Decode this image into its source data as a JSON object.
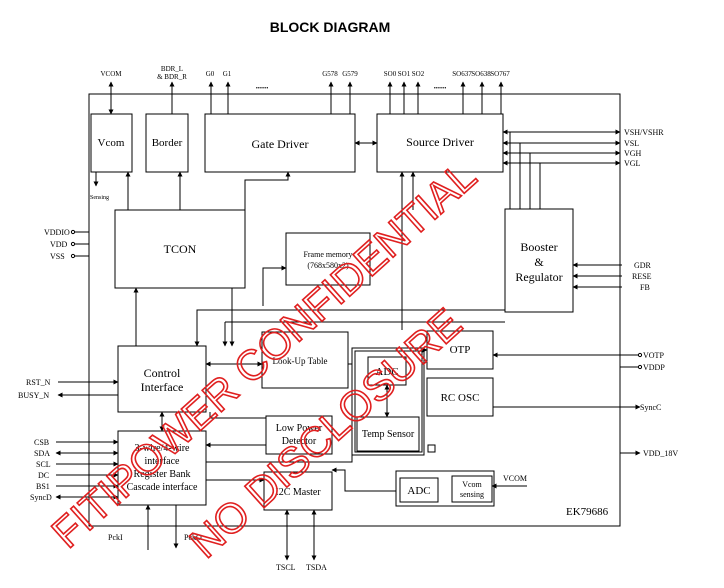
{
  "title": "BLOCK DIAGRAM",
  "chip_name": "EK79686",
  "watermark": [
    "FITIPOWER CONFIDENTIAL",
    "NO DISCLOSURE"
  ],
  "blocks": {
    "vcom": "Vcom",
    "border": "Border",
    "gate_driver": "Gate Driver",
    "source_driver": "Source Driver",
    "tcon": "TCON",
    "frame_memory_1": "Frame memory",
    "frame_memory_2": "(768x580x2)",
    "booster_1": "Booster",
    "booster_2": "&",
    "booster_3": "Regulator",
    "control_1": "Control",
    "control_2": "Interface",
    "lut": "Look-Up Table",
    "adc_temp": "ADC",
    "temp_sensor": "Temp Sensor",
    "otp": "OTP",
    "rc_osc": "RC OSC",
    "lpd_1": "Low Power",
    "lpd_2": "Detector",
    "reg_1": "3-wire/4-wire",
    "reg_2": "interface",
    "reg_3": "Register Bank",
    "reg_4": "Cascade interface",
    "i2c": "I2C Master",
    "adc_vcom": "ADC",
    "vcom_sense_1": "Vcom",
    "vcom_sense_2": "sensing"
  },
  "pins": {
    "vcom_top": "VCOM",
    "bdr_1": "BDR_L",
    "bdr_2": "& BDR_R",
    "g0": "G0",
    "g1": "G1",
    "g578": "G578",
    "g579": "G579",
    "so0": "SO0",
    "so1": "SO1",
    "so2": "SO2",
    "so637": "SO637",
    "so638": "SO638",
    "so767": "SO767",
    "dots": "••••••",
    "sensing": "Sensing",
    "vddio": "VDDIO",
    "vdd": "VDD",
    "vss": "VSS",
    "rst_n": "RST_N",
    "busy_n": "BUSY_N",
    "csb": "CSB",
    "sda": "SDA",
    "scl": "SCL",
    "dc": "DC",
    "bs1": "BS1",
    "syncd": "SyncD",
    "pcki": "PckI",
    "pcko": "PckO",
    "tscl": "TSCL",
    "tsda": "TSDA",
    "vsh_vshr": "VSH/VSHR",
    "vsl": "VSL",
    "vgh": "VGH",
    "vgl": "VGL",
    "gdr": "GDR",
    "rese": "RESE",
    "fb": "FB",
    "votp": "VOTP",
    "vddp": "VDDP",
    "syncc": "SyncC",
    "vdd_18v": "VDD_18V",
    "vcom_in": "VCOM"
  }
}
